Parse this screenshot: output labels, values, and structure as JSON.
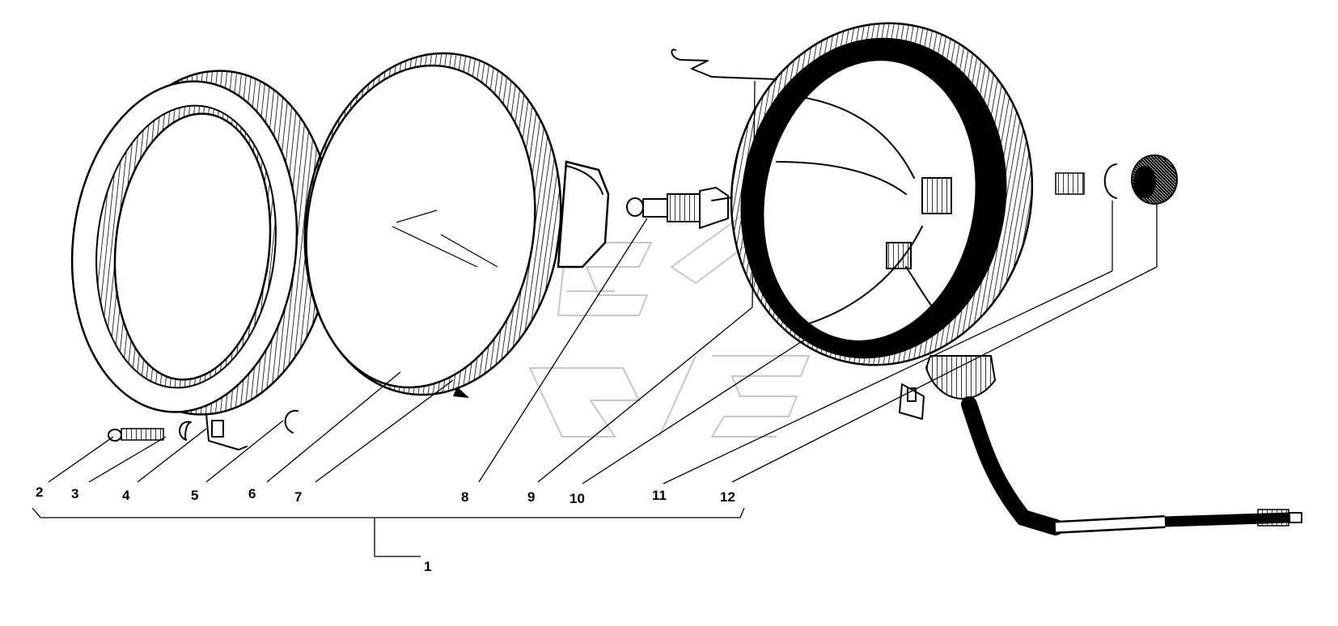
{
  "callouts": [
    {
      "id": "1",
      "label": "1"
    },
    {
      "id": "2",
      "label": "2"
    },
    {
      "id": "3",
      "label": "3"
    },
    {
      "id": "4",
      "label": "4"
    },
    {
      "id": "5",
      "label": "5"
    },
    {
      "id": "6",
      "label": "6"
    },
    {
      "id": "7",
      "label": "7"
    },
    {
      "id": "8",
      "label": "8"
    },
    {
      "id": "9",
      "label": "9"
    },
    {
      "id": "10",
      "label": "10"
    },
    {
      "id": "11",
      "label": "11"
    },
    {
      "id": "12",
      "label": "12"
    }
  ],
  "colors": {
    "ink": "#000000",
    "watermark": "#c7c7c7",
    "background": "#ffffff"
  },
  "icons": [
    "trim-ring-icon",
    "lens-unit-icon",
    "bulb-icon",
    "spring-clip-icon",
    "headlamp-housing-icon",
    "nut-icon",
    "washer-icon",
    "screw-icon",
    "cable-icon"
  ]
}
